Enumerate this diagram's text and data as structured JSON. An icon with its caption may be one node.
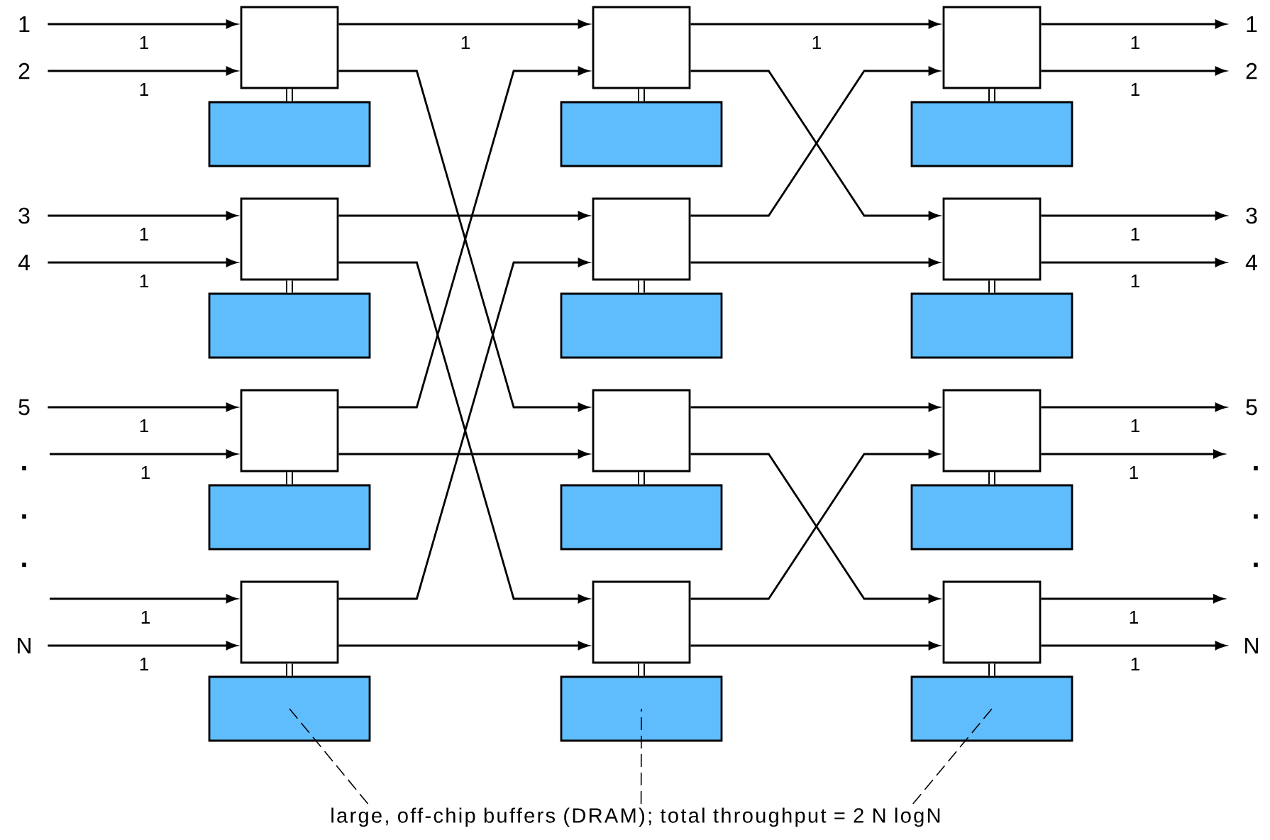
{
  "diagram": {
    "nodes": [
      {
        "text": [
          "1"
        ]
      },
      {
        "text": [
          "2"
        ]
      },
      {
        "text": [
          "3"
        ]
      },
      {
        "text": [
          "4"
        ]
      },
      {
        "text": [
          "5"
        ]
      },
      {
        "text": [
          "N"
        ]
      },
      {
        "text": [],
        "shape": "box"
      },
      {
        "text": [],
        "shape": "box"
      },
      {
        "text": [],
        "shape": "box"
      },
      {
        "text": [],
        "shape": "box"
      },
      {
        "text": [],
        "shape": "box"
      },
      {
        "text": [],
        "shape": "box"
      },
      {
        "text": [],
        "shape": "box"
      },
      {
        "text": [],
        "shape": "box"
      },
      {
        "text": [],
        "shape": "box"
      },
      {
        "text": [],
        "shape": "box"
      },
      {
        "text": [],
        "shape": "box"
      },
      {
        "text": [],
        "shape": "box"
      },
      {
        "text": [],
        "shape": "box"
      },
      {
        "text": [],
        "shape": "box"
      },
      {
        "text": [],
        "shape": "box"
      },
      {
        "text": [],
        "shape": "box"
      },
      {
        "text": [],
        "shape": "box"
      },
      {
        "text": [],
        "shape": "box"
      },
      {
        "text": [],
        "shape": "box"
      },
      {
        "text": [],
        "shape": "box"
      },
      {
        "text": [],
        "shape": "box"
      },
      {
        "text": [],
        "shape": "box"
      },
      {
        "text": [],
        "shape": "box"
      },
      {
        "text": [],
        "shape": "box"
      },
      {
        "text": [
          "1"
        ]
      },
      {
        "text": [
          "2"
        ]
      },
      {
        "text": [
          "3"
        ]
      },
      {
        "text": [
          "4"
        ]
      },
      {
        "text": [
          "5"
        ]
      },
      {
        "text": [
          "N"
        ]
      },
      {
        "text": [
          "large, off-chip buffers (DRAM);  total throughput = 2 N logN"
        ]
      }
    ],
    "edges": [
      {
        "from": 0,
        "to": 6,
        "arrow": "to",
        "label": "1"
      },
      {
        "from": 1,
        "to": 6,
        "arrow": "to",
        "label": "1"
      },
      {
        "from": 2,
        "to": 8,
        "arrow": "to",
        "label": "1"
      },
      {
        "from": 3,
        "to": 8,
        "arrow": "to",
        "label": "1"
      },
      {
        "from": 4,
        "to": 10,
        "arrow": "to",
        "label": "1"
      },
      {
        "from": null,
        "to": 10,
        "arrow": "to",
        "label": "1"
      },
      {
        "from": null,
        "to": 12,
        "arrow": "to",
        "label": "1"
      },
      {
        "from": 5,
        "to": 12,
        "arrow": "to",
        "label": "1"
      },
      {
        "from": 6,
        "to": 14,
        "arrow": "to",
        "label": "1"
      },
      {
        "from": 6,
        "to": 18,
        "arrow": "to"
      },
      {
        "from": 8,
        "to": 16,
        "arrow": "to"
      },
      {
        "from": 8,
        "to": 20,
        "arrow": "to"
      },
      {
        "from": 10,
        "to": 14,
        "arrow": "to"
      },
      {
        "from": 10,
        "to": 18,
        "arrow": "to"
      },
      {
        "from": 12,
        "to": 16,
        "arrow": "to"
      },
      {
        "from": 12,
        "to": 20,
        "arrow": "to"
      },
      {
        "from": 14,
        "to": 22,
        "arrow": "to",
        "label": "1"
      },
      {
        "from": 14,
        "to": 24,
        "arrow": "to"
      },
      {
        "from": 16,
        "to": 22,
        "arrow": "to"
      },
      {
        "from": 16,
        "to": 24,
        "arrow": "to"
      },
      {
        "from": 18,
        "to": 26,
        "arrow": "to"
      },
      {
        "from": 18,
        "to": 28,
        "arrow": "to"
      },
      {
        "from": 20,
        "to": 26,
        "arrow": "to"
      },
      {
        "from": 20,
        "to": 28,
        "arrow": "to"
      },
      {
        "from": 22,
        "to": 30,
        "arrow": "to",
        "label": "1"
      },
      {
        "from": 22,
        "to": 31,
        "arrow": "to",
        "label": "1"
      },
      {
        "from": 24,
        "to": 32,
        "arrow": "to",
        "label": "1"
      },
      {
        "from": 24,
        "to": 33,
        "arrow": "to",
        "label": "1"
      },
      {
        "from": 26,
        "to": 34,
        "arrow": "to",
        "label": "1"
      },
      {
        "from": 26,
        "to": null,
        "arrow": "to",
        "label": "1"
      },
      {
        "from": 28,
        "to": null,
        "arrow": "to",
        "label": "1"
      },
      {
        "from": 28,
        "to": 35,
        "arrow": "to",
        "label": "1"
      },
      {
        "from": 6,
        "to": 7,
        "arrow": "none",
        "style": "thick"
      },
      {
        "from": 8,
        "to": 9,
        "arrow": "none",
        "style": "thick"
      },
      {
        "from": 10,
        "to": 11,
        "arrow": "none",
        "style": "thick"
      },
      {
        "from": 12,
        "to": 13,
        "arrow": "none",
        "style": "thick"
      },
      {
        "from": 14,
        "to": 15,
        "arrow": "none",
        "style": "thick"
      },
      {
        "from": 16,
        "to": 17,
        "arrow": "none",
        "style": "thick"
      },
      {
        "from": 18,
        "to": 19,
        "arrow": "none",
        "style": "thick"
      },
      {
        "from": 20,
        "to": 21,
        "arrow": "none",
        "style": "thick"
      },
      {
        "from": 22,
        "to": 23,
        "arrow": "none",
        "style": "thick"
      },
      {
        "from": 24,
        "to": 25,
        "arrow": "none",
        "style": "thick"
      },
      {
        "from": 26,
        "to": 27,
        "arrow": "none",
        "style": "thick"
      },
      {
        "from": 28,
        "to": 29,
        "arrow": "none",
        "style": "thick"
      },
      {
        "from": 36,
        "to": 13,
        "arrow": "none",
        "style": "dashed"
      },
      {
        "from": 36,
        "to": 21,
        "arrow": "none",
        "style": "dashed"
      },
      {
        "from": 36,
        "to": 29,
        "arrow": "none",
        "style": "dashed"
      }
    ],
    "labels": [
      ".",
      ".",
      ".",
      ".",
      ".",
      "."
    ]
  }
}
